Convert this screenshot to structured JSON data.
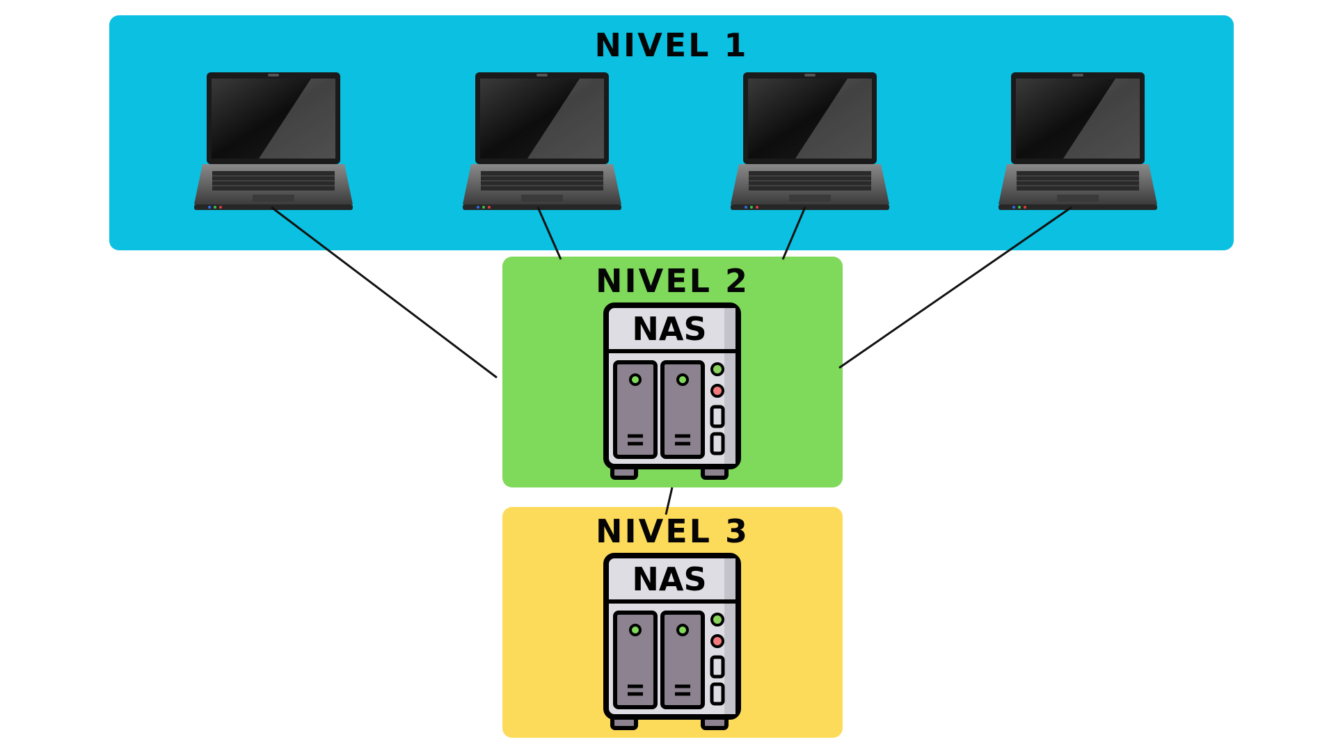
{
  "colors": {
    "level1_bg": "#0bc0e1",
    "level2_bg": "#7fd95a",
    "level3_bg": "#fddb5a",
    "connector": "#111111"
  },
  "level1": {
    "title": "NIVEL 1",
    "device_icon": "laptop-icon",
    "device_count": 4
  },
  "level2": {
    "title": "NIVEL 2",
    "device_icon": "nas-icon",
    "device_label": "NAS"
  },
  "level3": {
    "title": "NIVEL 3",
    "device_icon": "nas-icon",
    "device_label": "NAS"
  }
}
